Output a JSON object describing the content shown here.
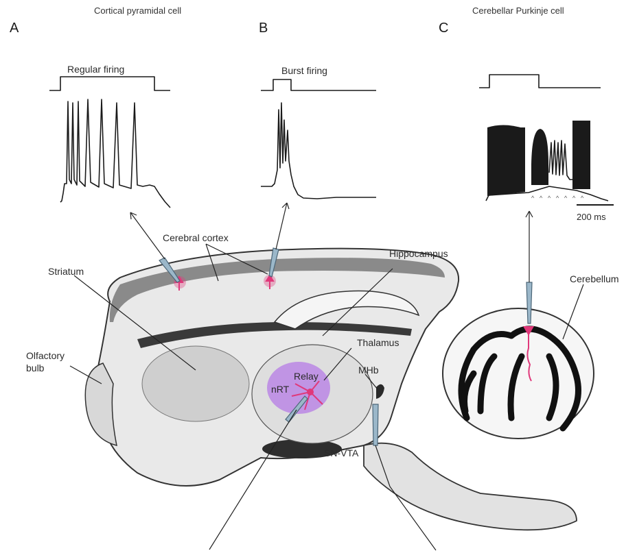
{
  "panels": {
    "a": {
      "letter": "A",
      "title": "Cortical pyramidal cell",
      "trace_label": "Regular firing"
    },
    "b": {
      "letter": "B",
      "title": "",
      "trace_label": "Burst firing"
    },
    "c": {
      "letter": "C",
      "title": "Cerebellar Purkinje cell",
      "scale_bar": "200 ms"
    }
  },
  "regions": {
    "cerebral_cortex": "Cerebral cortex",
    "striatum": "Striatum",
    "hippocampus": "Hippocampus",
    "cerebellum": "Cerebellum",
    "olfactory_bulb_line1": "Olfactory",
    "olfactory_bulb_line2": "bulb",
    "thalamus": "Thalamus",
    "relay": "Relay",
    "nrt": "nRT",
    "mhb": "MHb",
    "sn_vta": "SN-VTA"
  },
  "colors": {
    "neuron": "#e0387a",
    "thalamus_highlight": "#b57be6",
    "electrode": "#9bb7c9",
    "ink": "#1a1a1a"
  }
}
